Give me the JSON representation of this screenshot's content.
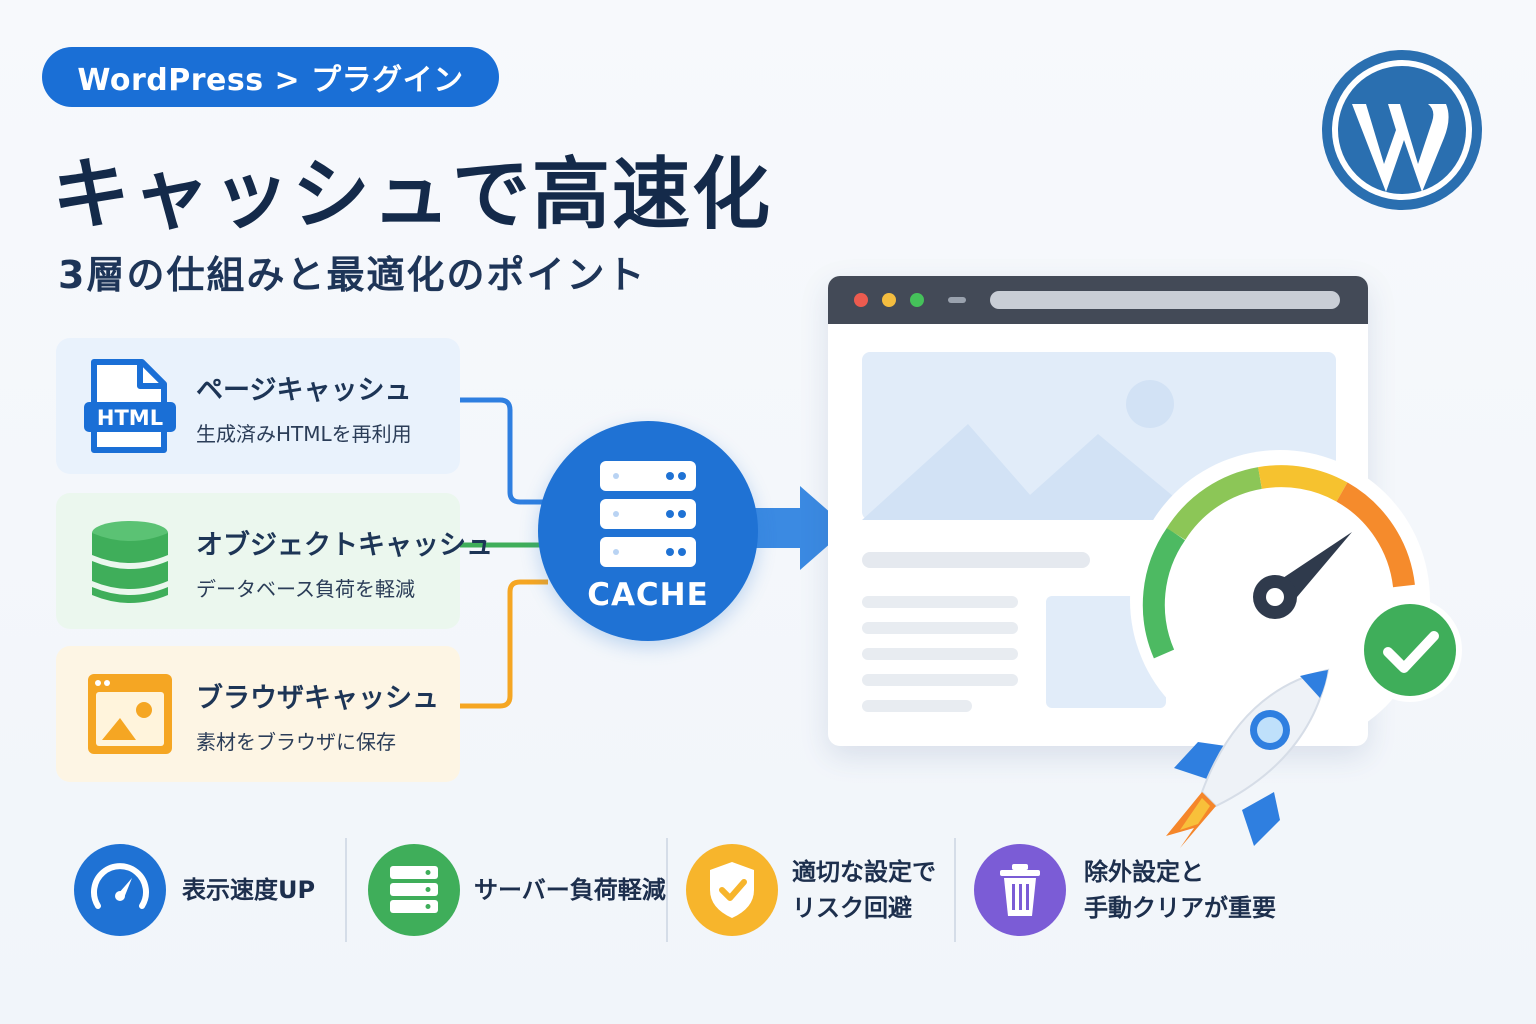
{
  "breadcrumb": "WordPress > プラグイン",
  "title": "キャッシュで高速化",
  "subtitle": "3層の仕組みと最適化のポイント",
  "logo": "wordpress-logo",
  "cards": [
    {
      "title": "ページキャッシュ",
      "desc": "生成済みHTMLを再利用",
      "icon": "html-file-icon",
      "icon_text": "HTML",
      "color": "#1a6fd6"
    },
    {
      "title": "オブジェクトキャッシュ",
      "desc": "データベース負荷を軽減",
      "icon": "database-icon",
      "color": "#3fae5a"
    },
    {
      "title": "ブラウザキャッシュ",
      "desc": "素材をブラウザに保存",
      "icon": "browser-image-icon",
      "color": "#f5a623"
    }
  ],
  "cache": {
    "label": "CACHE",
    "icon": "server-icon"
  },
  "features": [
    {
      "line1": "表示速度UP",
      "line2": "",
      "icon": "speedometer-icon",
      "color": "#1f72d4"
    },
    {
      "line1": "サーバー負荷軽減",
      "line2": "",
      "icon": "server-icon",
      "color": "#3fae5a"
    },
    {
      "line1": "適切な設定で",
      "line2": "リスク回避",
      "icon": "shield-check-icon",
      "color": "#f7b52c"
    },
    {
      "line1": "除外設定と",
      "line2": "手動クリアが重要",
      "icon": "trash-icon",
      "color": "#7b5cd6"
    }
  ],
  "colors": {
    "primary": "#1a6fd6",
    "green": "#3fae5a",
    "orange": "#f5a623",
    "purple": "#7b5cd6",
    "navy": "#142a4a"
  }
}
